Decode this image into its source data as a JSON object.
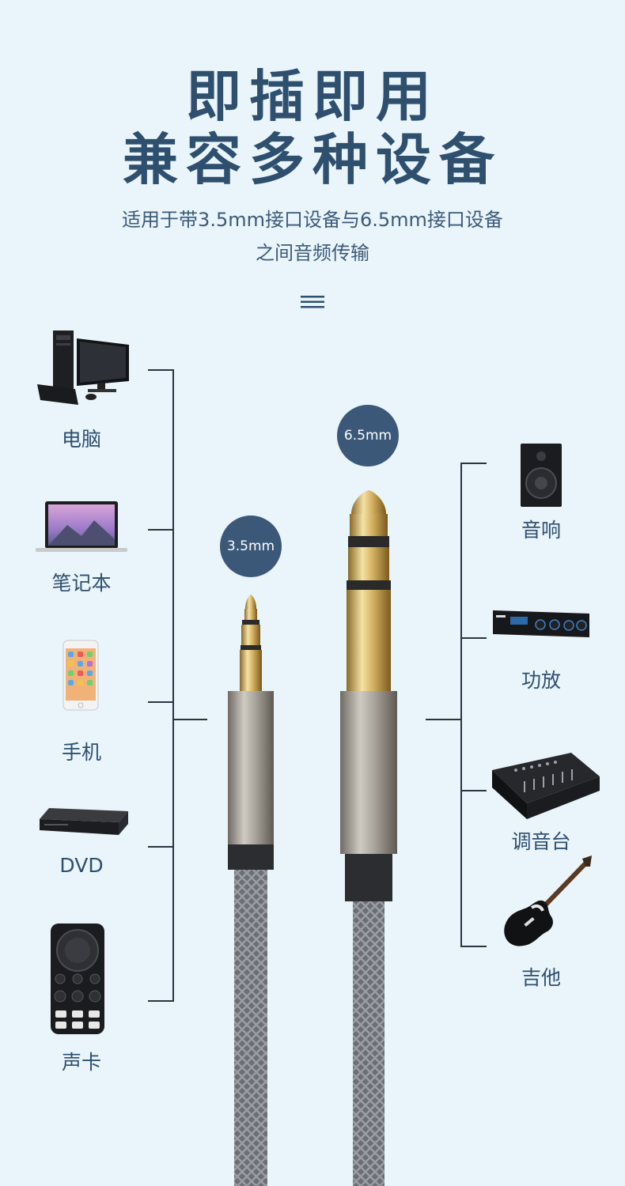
{
  "header": {
    "title_line1": "即插即用",
    "title_line2": "兼容多种设备",
    "subtitle_line1": "适用于带3.5mm接口设备与6.5mm接口设备",
    "subtitle_line2": "之间音频传输"
  },
  "left_devices": [
    {
      "label": "电脑",
      "icon": "desktop-computer-icon"
    },
    {
      "label": "笔记本",
      "icon": "laptop-icon"
    },
    {
      "label": "手机",
      "icon": "smartphone-icon"
    },
    {
      "label": "DVD",
      "icon": "dvd-player-icon"
    },
    {
      "label": "声卡",
      "icon": "sound-card-icon"
    }
  ],
  "right_devices": [
    {
      "label": "音响",
      "icon": "speaker-icon"
    },
    {
      "label": "功放",
      "icon": "amplifier-icon"
    },
    {
      "label": "调音台",
      "icon": "mixer-console-icon"
    },
    {
      "label": "吉他",
      "icon": "electric-guitar-icon"
    }
  ],
  "plugs": {
    "small_label": "3.5mm",
    "large_label": "6.5mm"
  },
  "colors": {
    "background": "#e9f4fb",
    "title": "#2f4f6f",
    "badge": "#3b5878",
    "line": "#2b3440"
  }
}
